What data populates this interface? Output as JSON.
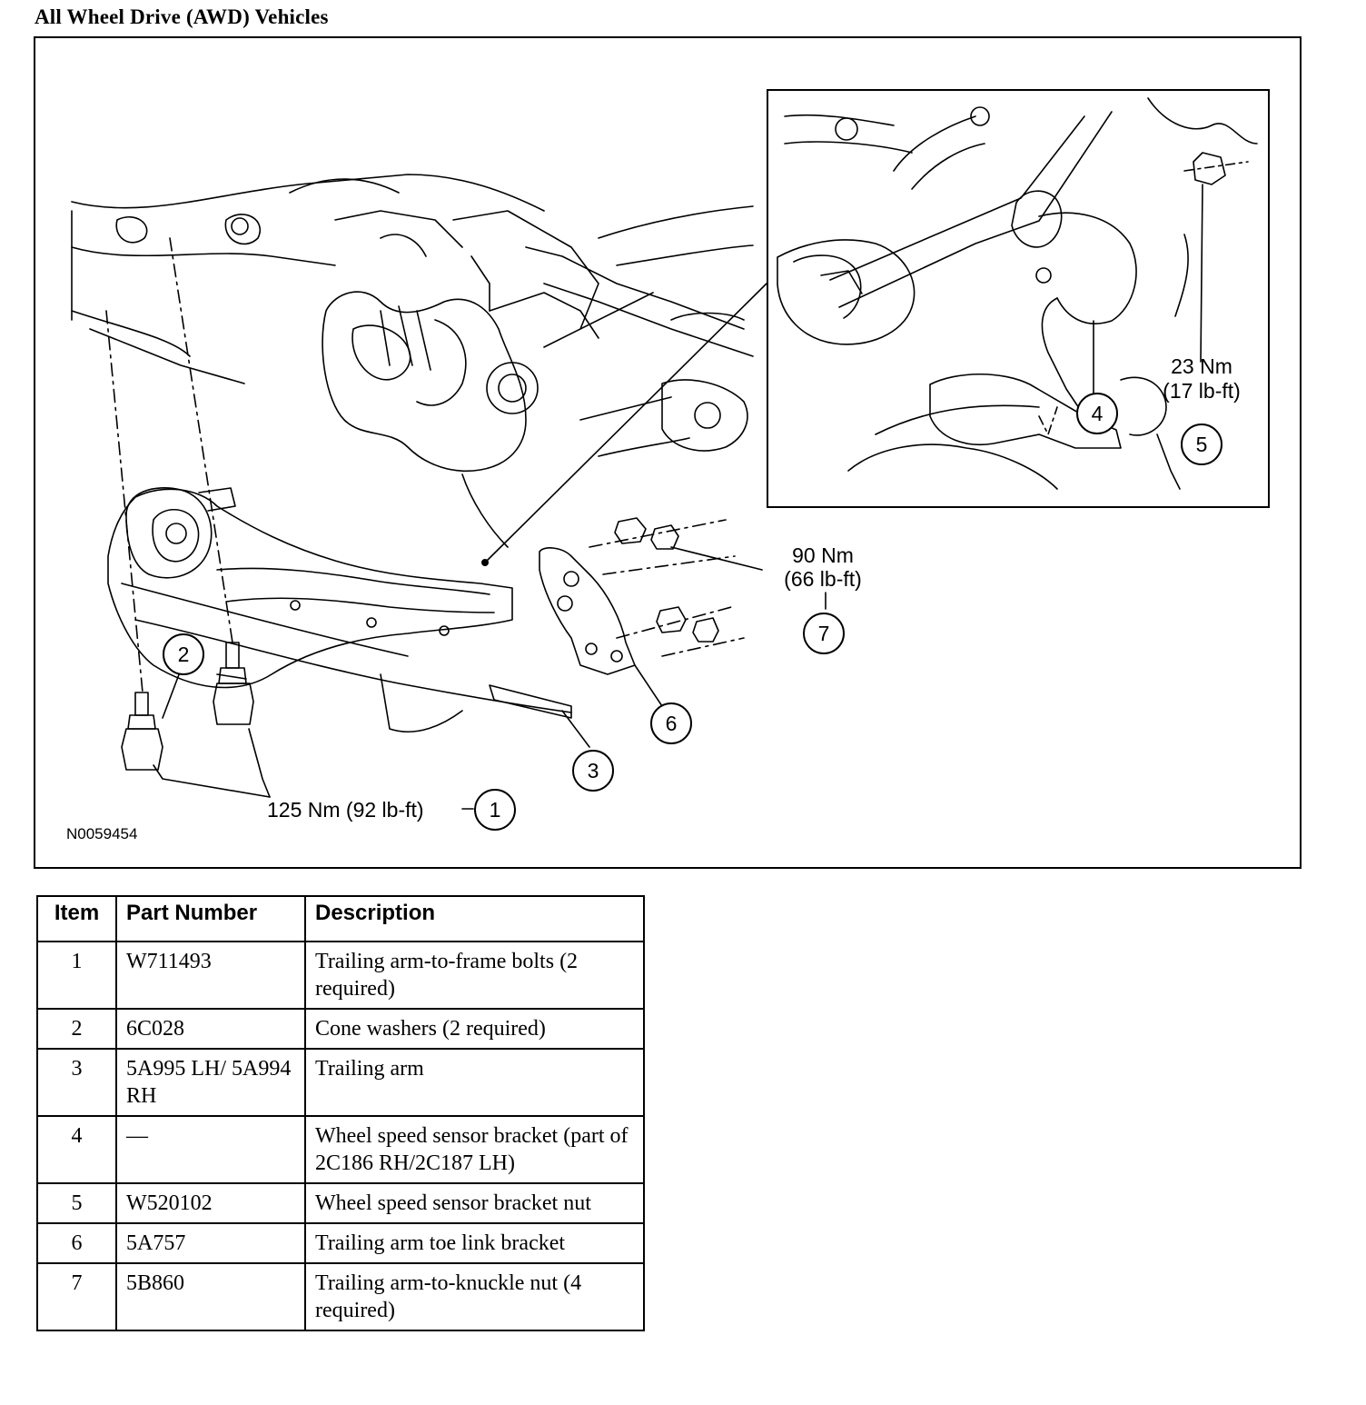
{
  "page": {
    "title": "All Wheel Drive (AWD) Vehicles",
    "figure_id": "N0059454"
  },
  "figure": {
    "torque_labels": {
      "item1": "125 Nm (92 lb-ft)",
      "item5_nm": "23 Nm",
      "item5_lbft": "(17 lb-ft)",
      "item7_nm": "90 Nm",
      "item7_lbft": "(66 lb-ft)"
    },
    "callouts": [
      "1",
      "2",
      "3",
      "4",
      "5",
      "6",
      "7"
    ]
  },
  "table": {
    "headers": [
      "Item",
      "Part Number",
      "Description"
    ],
    "rows": [
      {
        "item": "1",
        "part": "W711493",
        "desc": "Trailing arm-to-frame bolts (2 required)"
      },
      {
        "item": "2",
        "part": "6C028",
        "desc": "Cone washers (2 required)"
      },
      {
        "item": "3",
        "part": "5A995 LH/ 5A994 RH",
        "desc": "Trailing arm"
      },
      {
        "item": "4",
        "part": "—",
        "desc": "Wheel speed sensor bracket (part of 2C186 RH/2C187 LH)"
      },
      {
        "item": "5",
        "part": "W520102",
        "desc": "Wheel speed sensor bracket nut"
      },
      {
        "item": "6",
        "part": "5A757",
        "desc": "Trailing arm toe link bracket"
      },
      {
        "item": "7",
        "part": "5B860",
        "desc": "Trailing arm-to-knuckle nut (4 required)"
      }
    ]
  }
}
